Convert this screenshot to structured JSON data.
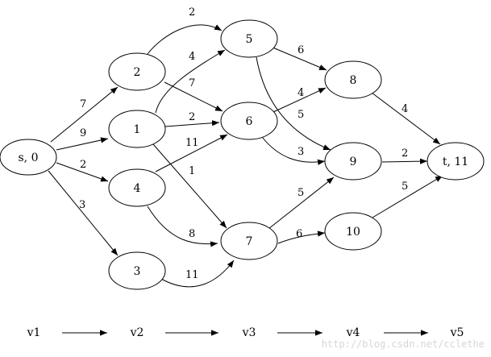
{
  "nodes": {
    "s": "s, 0",
    "n1": "1",
    "n2": "2",
    "n3": "3",
    "n4": "4",
    "n5": "5",
    "n6": "6",
    "n7": "7",
    "n8": "8",
    "n9": "9",
    "n10": "10",
    "t": "t, 11"
  },
  "edges": [
    {
      "from": "s",
      "to": "n2",
      "weight": "7"
    },
    {
      "from": "s",
      "to": "n1",
      "weight": "9"
    },
    {
      "from": "s",
      "to": "n4",
      "weight": "2"
    },
    {
      "from": "s",
      "to": "n3",
      "weight": "3"
    },
    {
      "from": "n2",
      "to": "n5",
      "weight": "2"
    },
    {
      "from": "n2",
      "to": "n6",
      "weight": "7"
    },
    {
      "from": "n1",
      "to": "n5",
      "weight": "4"
    },
    {
      "from": "n1",
      "to": "n6",
      "weight": "2"
    },
    {
      "from": "n1",
      "to": "n7",
      "weight": "1"
    },
    {
      "from": "n4",
      "to": "n6",
      "weight": "11"
    },
    {
      "from": "n4",
      "to": "n7",
      "weight": "8"
    },
    {
      "from": "n3",
      "to": "n7",
      "weight": "11"
    },
    {
      "from": "n5",
      "to": "n8",
      "weight": "6"
    },
    {
      "from": "n5",
      "to": "n9",
      "weight": "5"
    },
    {
      "from": "n6",
      "to": "n8",
      "weight": "4"
    },
    {
      "from": "n6",
      "to": "n9",
      "weight": "3"
    },
    {
      "from": "n7",
      "to": "n9",
      "weight": "5"
    },
    {
      "from": "n7",
      "to": "n10",
      "weight": "6"
    },
    {
      "from": "n8",
      "to": "t",
      "weight": "4"
    },
    {
      "from": "n9",
      "to": "t",
      "weight": "2"
    },
    {
      "from": "n10",
      "to": "t",
      "weight": "5"
    }
  ],
  "layers": [
    "v1",
    "v2",
    "v3",
    "v4",
    "v5"
  ],
  "watermark": "http://blog.csdn.net/cclethe"
}
